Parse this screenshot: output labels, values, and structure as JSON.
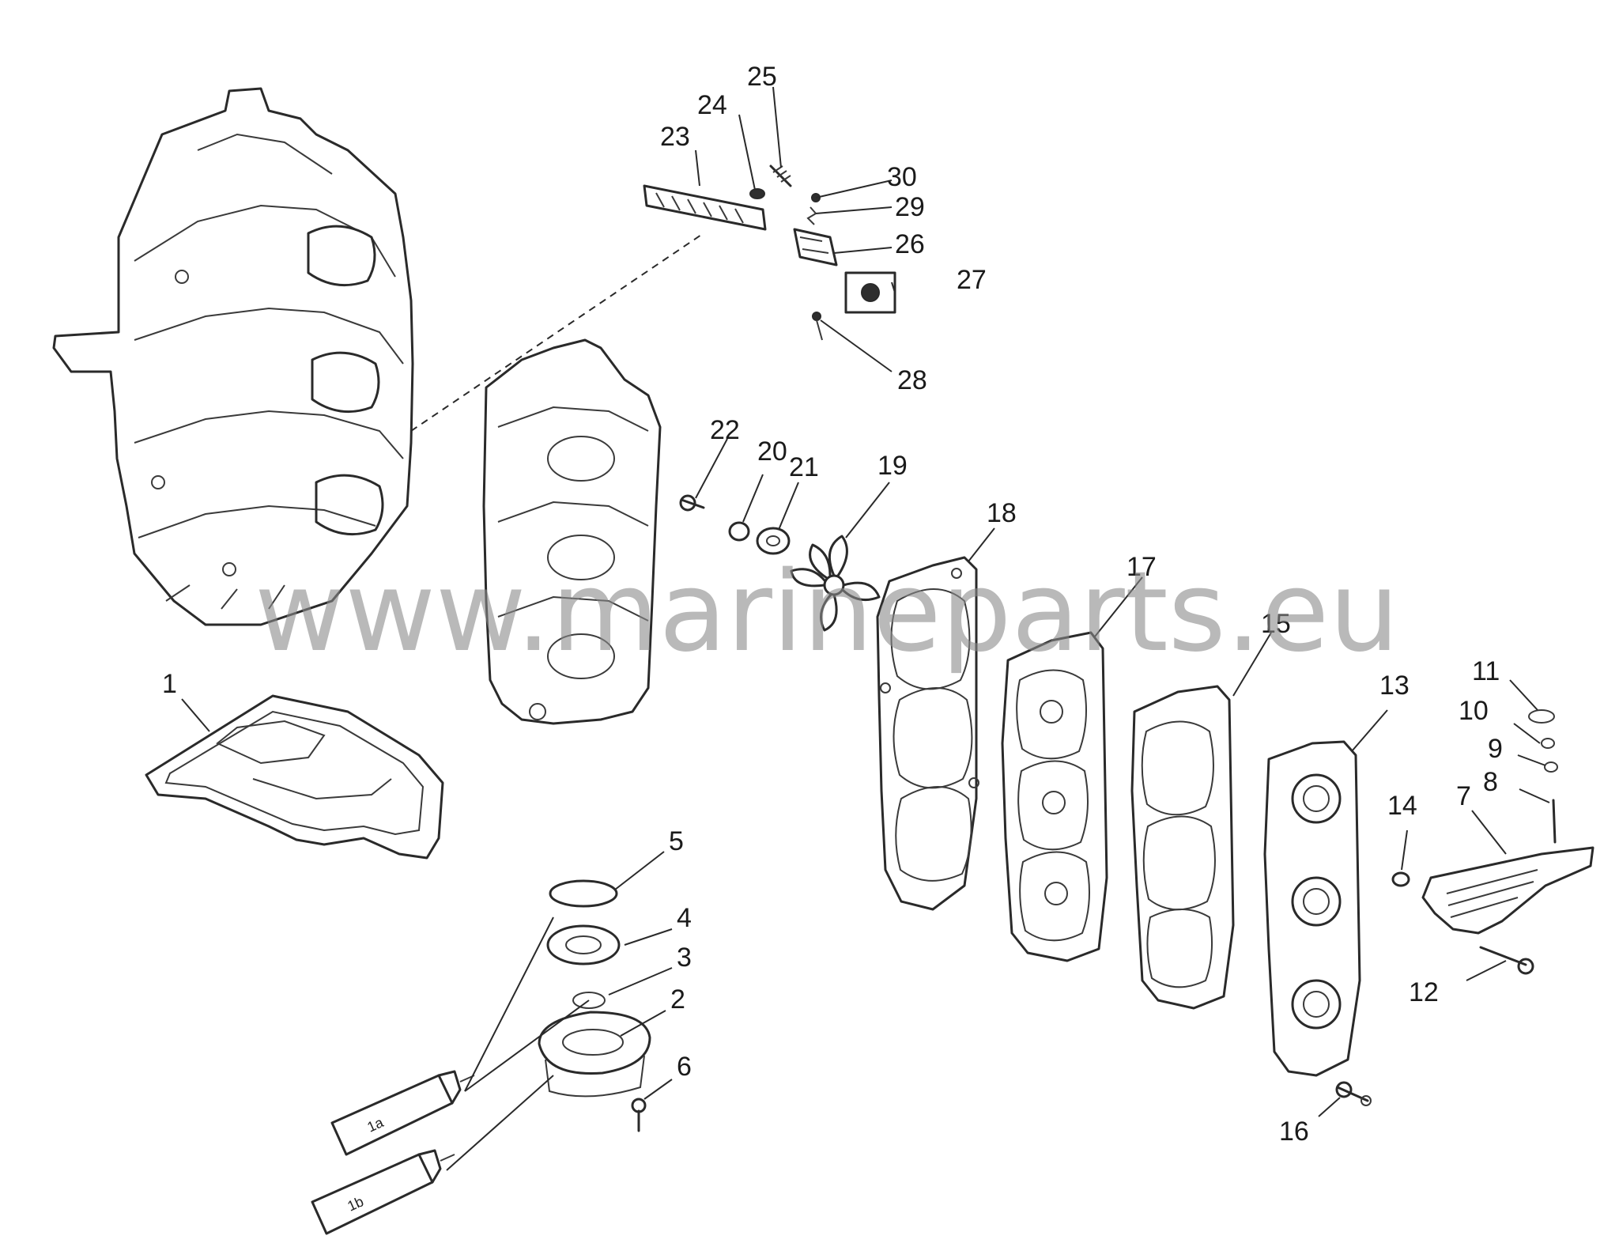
{
  "watermark": "www.marineparts.eu",
  "callouts": [
    {
      "id": "1",
      "label": "1"
    },
    {
      "id": "2",
      "label": "2"
    },
    {
      "id": "3",
      "label": "3"
    },
    {
      "id": "4",
      "label": "4"
    },
    {
      "id": "5",
      "label": "5"
    },
    {
      "id": "6",
      "label": "6"
    },
    {
      "id": "7",
      "label": "7"
    },
    {
      "id": "8",
      "label": "8"
    },
    {
      "id": "9",
      "label": "9"
    },
    {
      "id": "10",
      "label": "10"
    },
    {
      "id": "11",
      "label": "11"
    },
    {
      "id": "12",
      "label": "12"
    },
    {
      "id": "13",
      "label": "13"
    },
    {
      "id": "14",
      "label": "14"
    },
    {
      "id": "15",
      "label": "15"
    },
    {
      "id": "16",
      "label": "16"
    },
    {
      "id": "17",
      "label": "17"
    },
    {
      "id": "18",
      "label": "18"
    },
    {
      "id": "19",
      "label": "19"
    },
    {
      "id": "20",
      "label": "20"
    },
    {
      "id": "21",
      "label": "21"
    },
    {
      "id": "22",
      "label": "22"
    },
    {
      "id": "23",
      "label": "23"
    },
    {
      "id": "24",
      "label": "24"
    },
    {
      "id": "25",
      "label": "25"
    },
    {
      "id": "26",
      "label": "26"
    },
    {
      "id": "27",
      "label": "27"
    },
    {
      "id": "28",
      "label": "28"
    },
    {
      "id": "29",
      "label": "29"
    },
    {
      "id": "30",
      "label": "30"
    }
  ],
  "tubes": [
    {
      "id": "a",
      "label": "1a"
    },
    {
      "id": "b",
      "label": "1b"
    }
  ]
}
